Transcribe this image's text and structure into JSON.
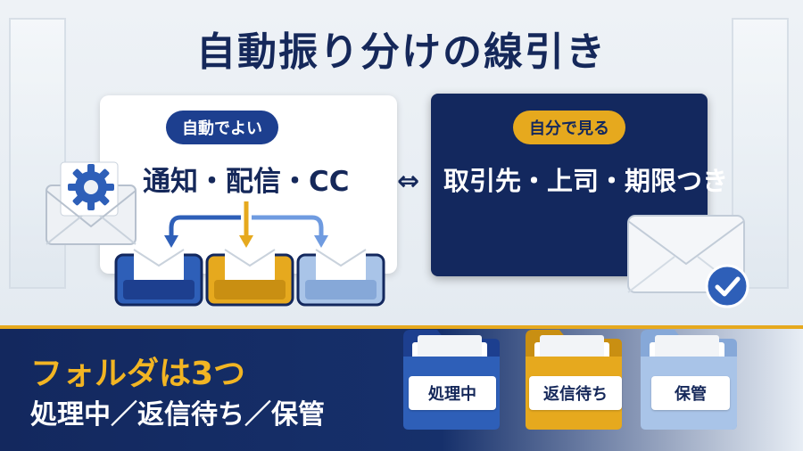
{
  "title": "自動振り分けの線引き",
  "left_panel": {
    "badge": "自動でよい",
    "items": "通知・配信・CC"
  },
  "right_panel": {
    "badge": "自分で見る",
    "items": "取引先・上司・期限つき"
  },
  "bottom": {
    "heading": "フォルダは3つ",
    "folders_text": "処理中／返信待ち／保管"
  },
  "folders": [
    {
      "label": "処理中",
      "color": "#2e5fb8"
    },
    {
      "label": "返信待ち",
      "color": "#e6a91e"
    },
    {
      "label": "保管",
      "color": "#a9c4e8"
    }
  ],
  "trays": [
    {
      "color": "#2e5fb8"
    },
    {
      "color": "#e6a91e"
    },
    {
      "color": "#a9c4e8"
    }
  ],
  "icons": {
    "gear": "gear-icon",
    "envelope": "envelope-icon",
    "check": "checkmark-icon"
  },
  "colors": {
    "navy": "#13285e",
    "gold": "#e6a91e",
    "blue": "#2e5fb8",
    "light_blue": "#a9c4e8"
  }
}
